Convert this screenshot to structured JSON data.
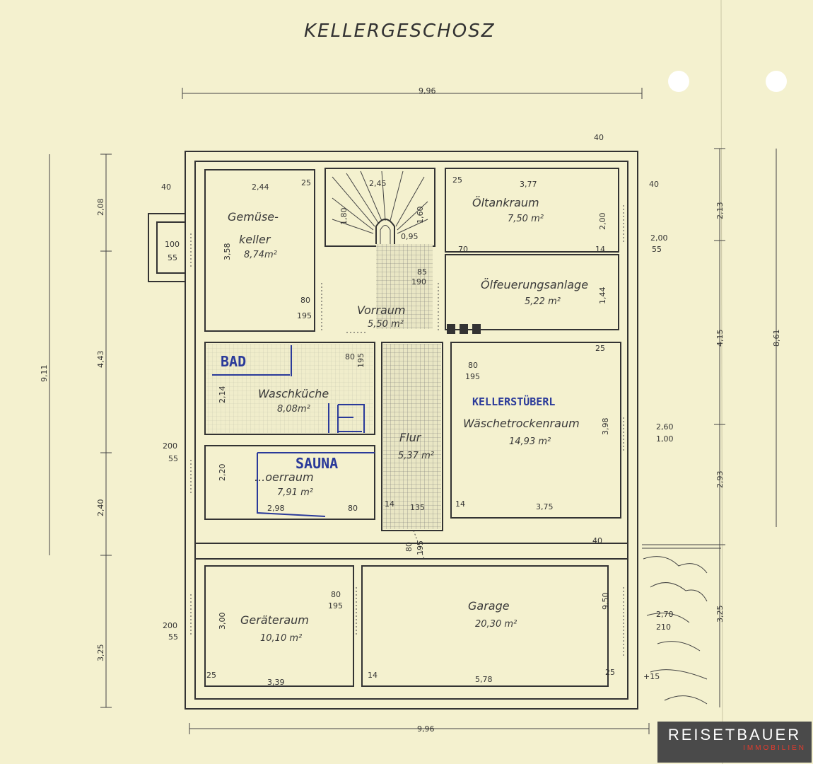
{
  "title": "KELLERGESCHOSZ",
  "rooms": {
    "gemuese_1": "Gemüse-",
    "gemuese_2": "keller",
    "gemuese_area": "8,74m²",
    "oeltank": "Öltankraum",
    "oeltank_area": "7,50 m²",
    "oelfeuerung": "Ölfeuerungsanlage",
    "oelfeuerung_area": "5,22 m²",
    "vorraum": "Vorraum",
    "vorraum_area": "5,50 m²",
    "waschkueche": "Waschküche",
    "waschkueche_area": "8,08m²",
    "kellerstueberl": "KELLERSTÜBERL",
    "waeschetrocken": "Wäschetrockenraum",
    "waeschetrocken_area": "14,93 m²",
    "flur": "Flur",
    "flur_area": "5,37 m²",
    "sauna": "SAUNA",
    "vorraum2": "...oerraum",
    "vorraum2_area": "7,91 m²",
    "geraeteraum": "Geräteraum",
    "geraeteraum_area": "10,10 m²",
    "garage": "Garage",
    "garage_area": "20,30 m²",
    "bad": "BAD"
  },
  "dims": {
    "top": "9,96",
    "bottom": "9,96",
    "left_total": "9,11",
    "right_total": "8,61",
    "l1": "2,08",
    "l2": "4,43",
    "l3": "2,40",
    "l4": "3,25",
    "r1": "2,13",
    "r2": "4,15",
    "r3": "2,93",
    "r4": "3,25",
    "d40a": "40",
    "d40b": "40",
    "d40c": "40",
    "d40d": "40",
    "d244": "2,44",
    "d25a": "25",
    "d245": "2,45",
    "d25b": "25",
    "d377": "3,77",
    "d100": "100",
    "d55a": "55",
    "d358": "3,58",
    "d180": "1,80",
    "d160": "1,60",
    "d095": "0,95",
    "d200": "2,00",
    "d200b": "2,00",
    "d55b": "55",
    "d70": "70",
    "d14a": "14",
    "d85": "85",
    "d190": "190",
    "d80a": "80",
    "d195a": "195",
    "d144": "1,44",
    "d25c": "25",
    "d80b": "80",
    "d195b": "195",
    "d80c": "80",
    "d195c": "195",
    "d214": "2,14",
    "d398": "3,98",
    "d260": "2,60",
    "d100b": "1,00",
    "d200c": "200",
    "d55c": "55",
    "d220": "2,20",
    "d298": "2,98",
    "d80d": "80",
    "d14b": "14",
    "d135": "135",
    "d14c": "14",
    "d375": "3,75",
    "d80e": "80",
    "d195d": "195",
    "d80f": "80",
    "d195e": "195",
    "d300": "3,00",
    "d950": "9,50",
    "d270": "2,70",
    "d210": "210",
    "d200d": "200",
    "d55d": "55",
    "d25d": "25",
    "d339": "3,39",
    "d14d": "14",
    "d578": "5,78",
    "d25e": "25",
    "d15": "+15"
  },
  "logo": {
    "name": "REISETBAUER",
    "sub": "IMMOBILIEN"
  }
}
